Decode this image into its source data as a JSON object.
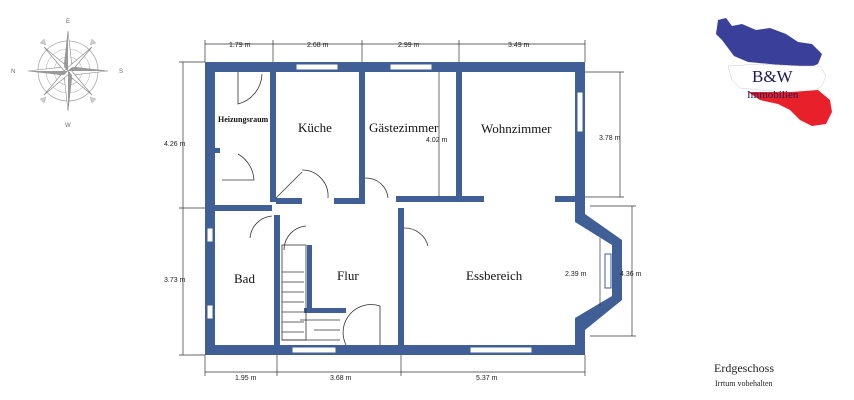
{
  "rooms": {
    "heizung": "Heizungsraum",
    "kueche": "Küche",
    "gaeste": "Gästezimmer",
    "wohn": "Wohnzimmer",
    "bad": "Bad",
    "flur": "Flur",
    "ess": "Essbereich"
  },
  "dims": {
    "top": [
      "1.79 m",
      "2.68 m",
      "2.99 m",
      "3.49 m"
    ],
    "bottom": [
      "1.95 m",
      "3.68 m",
      "5.37 m"
    ],
    "left": [
      "4.26 m",
      "3.73 m"
    ],
    "right_wohn": "3.78 m",
    "gaeste_h": "4.02 m",
    "bay_inner": "2.39 m",
    "bay_outer": "4.36 m"
  },
  "compass": {
    "n": "N",
    "e": "E",
    "s": "S",
    "w": "W"
  },
  "logo": {
    "text_top": "B&W",
    "text_bottom": "Immobilien",
    "blue": "#3a3f9a",
    "red": "#e8202a"
  },
  "colors": {
    "wall": "#3f5f96"
  },
  "footer": {
    "title": "Erdgeschoss",
    "subtitle": "Irrtum vobehalten"
  }
}
